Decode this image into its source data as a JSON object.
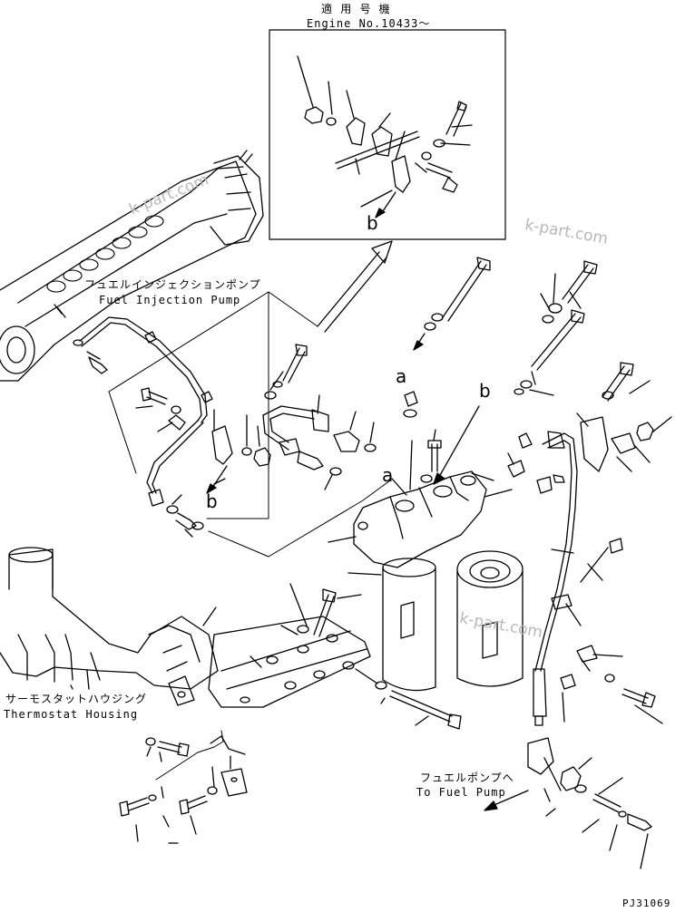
{
  "inset": {
    "title_jp": "適 用 号 機",
    "title_en": "Engine No.10433～"
  },
  "labels": {
    "fuel_injection_pump_jp": "フュエルインジェクションポンプ",
    "fuel_injection_pump_en": "Fuel Injection Pump",
    "thermostat_housing_jp": "サーモスタットハウジング",
    "thermostat_housing_en": "Thermostat Housing",
    "to_fuel_pump_jp": "フュエルポンプへ",
    "to_fuel_pump_en": "To Fuel Pump"
  },
  "callouts": {
    "inset_b": "b",
    "main_b": "b",
    "right_b": "b",
    "right_a": "a",
    "center_a": "a"
  },
  "watermarks": {
    "left": "k-part.com",
    "right": "k-part.com",
    "bottom": "k-part.com"
  },
  "drawing_code": "PJ31069",
  "colors": {
    "line": "#000000",
    "watermark": "#b8b8b8",
    "background": "#ffffff"
  }
}
